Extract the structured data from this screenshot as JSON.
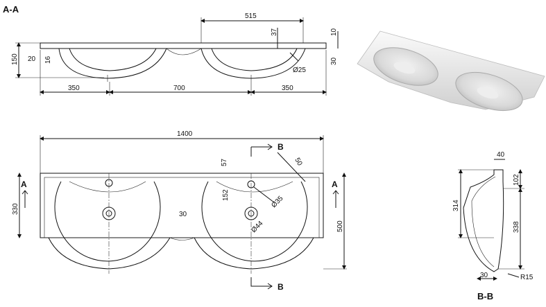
{
  "section_aa_label": "A-A",
  "section_bb_label": "B-B",
  "marker_a": "A",
  "marker_b": "B",
  "dims_top": {
    "d515": "515",
    "d37": "37",
    "d10": "10",
    "d150": "150",
    "d20": "20",
    "d16": "16",
    "d30": "30",
    "d25": "Ø25",
    "d350a": "350",
    "d700": "700",
    "d350b": "350"
  },
  "dims_plan": {
    "d1400": "1400",
    "d57": "57",
    "d50": "50",
    "d330": "330",
    "d500": "500",
    "d152": "152",
    "d35": "Ø35",
    "d30": "30",
    "d44": "Ø44"
  },
  "dims_bb": {
    "d40": "40",
    "d102": "102",
    "d314": "314",
    "d338": "338",
    "d30": "30",
    "r15": "R15"
  }
}
